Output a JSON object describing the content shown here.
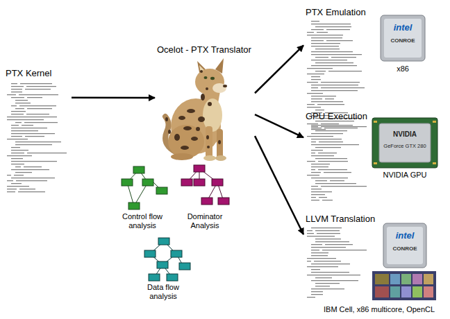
{
  "diagram": {
    "nodes": [
      {
        "text": [
          "PTX Kernel"
        ]
      },
      {
        "text": [
          "Ocelot - PTX Translator"
        ]
      },
      {
        "text": [
          "PTX Emulation"
        ]
      },
      {
        "text": [
          "GPU Execution"
        ]
      },
      {
        "text": [
          "LLVM Translation"
        ]
      }
    ],
    "edges": [
      {
        "from": 0,
        "to": 1,
        "arrow": "to"
      },
      {
        "from": 1,
        "to": 2,
        "arrow": "to"
      },
      {
        "from": 1,
        "to": 3,
        "arrow": "to"
      },
      {
        "from": 1,
        "to": 4,
        "arrow": "to"
      }
    ],
    "labels": [
      "Control flow analysis",
      "Dominator Analysis",
      "Data flow analysis",
      "intel",
      "CONROE",
      "x86",
      "NVIDIA",
      "GeForce GTX 280",
      "NVIDIA GPU",
      "intel",
      "CONROE",
      "IBM Cell, x86 multicore, OpenCL"
    ]
  }
}
